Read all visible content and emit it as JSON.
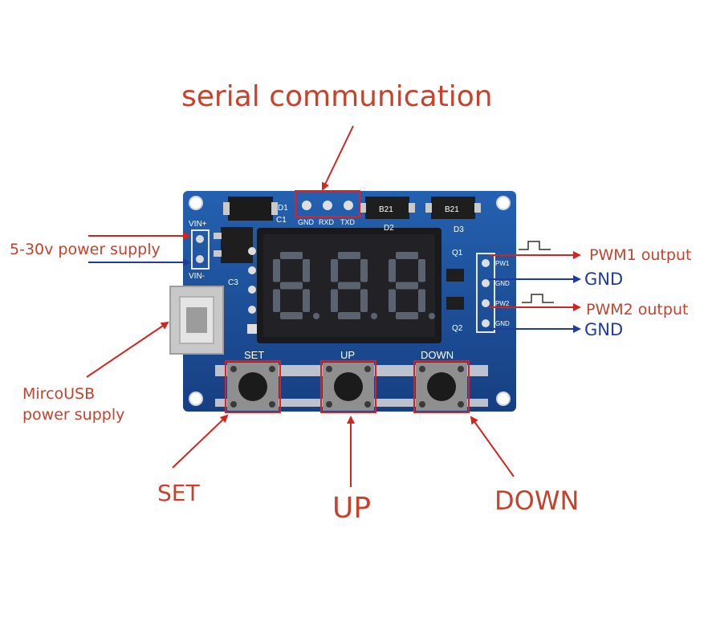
{
  "callouts": {
    "serial": "serial communication",
    "power_supply": "5-30v power supply",
    "microusb_line1": "MircoUSB",
    "microusb_line2": "power supply",
    "set": "SET",
    "up": "UP",
    "down": "DOWN",
    "pwm1": "PWM1 output",
    "pwm2": "PWM2  output",
    "gnd1": "GND",
    "gnd2": "GND"
  },
  "board": {
    "silkscreen": {
      "vin_plus": "VIN+",
      "vin_minus": "VIN-",
      "d1": "D1",
      "c1": "C1",
      "c3": "C3",
      "gnd_pin": "GND",
      "rxd_pin": "RXD",
      "txd_pin": "TXD",
      "d2": "D2",
      "d3": "D3",
      "q1": "Q1",
      "q2": "Q2",
      "pw1": "PW1",
      "gnd_a": "GND",
      "pw2": "PW2",
      "gnd_b": "GND",
      "set_label": "SET",
      "up_label": "UP",
      "down_label": "DOWN",
      "chip_label_1": "B21",
      "chip_label_2": "B21"
    },
    "display_digits": [
      "8",
      "8",
      "8"
    ]
  },
  "colors": {
    "pcb": "#1b4f9c",
    "callout_red": "#c8412b",
    "arrow_red": "#d32420",
    "arrow_blue": "#1f3b9e",
    "highlight_box": "#e02020",
    "segment": "#5b6270",
    "display_face": "#1a1a1c"
  }
}
